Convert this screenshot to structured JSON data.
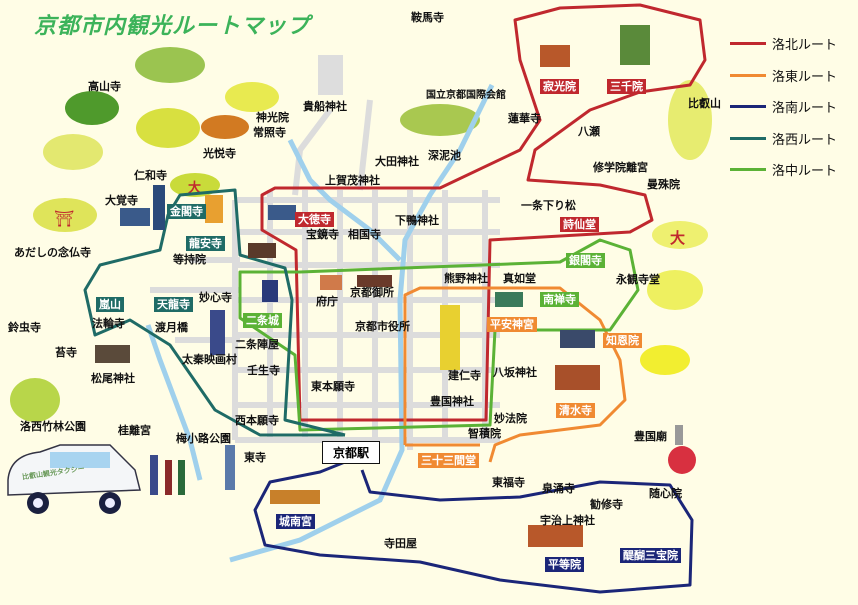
{
  "title": "京都市内観光ルートマップ",
  "legend": [
    {
      "label": "洛北ルート",
      "color": "#c0282e"
    },
    {
      "label": "洛東ルート",
      "color": "#f08a32"
    },
    {
      "label": "洛南ルート",
      "color": "#1b2678"
    },
    {
      "label": "洛西ルート",
      "color": "#1f6b66"
    },
    {
      "label": "洛中ルート",
      "color": "#5bb236"
    }
  ],
  "station": "京都駅",
  "taxi_logo": "比叡山観光タクシー",
  "places": [
    "鞍馬寺",
    "高山寺",
    "神光院",
    "常照寺",
    "貴船神社",
    "国立京都国際会館",
    "蓮華寺",
    "光悦寺",
    "大田神社",
    "深泥池",
    "上賀茂神社",
    "仁和寺",
    "大覚寺",
    "あだしの念仏寺",
    "八瀬",
    "比叡山",
    "修学院離宮",
    "曼殊院",
    "一条下り松",
    "宝鏡寺",
    "相国寺",
    "下鴨神社",
    "等持院",
    "永観寺堂",
    "熊野神社",
    "真如堂",
    "妙心寺",
    "府庁",
    "京都御所",
    "法輪寺",
    "渡月橋",
    "鈴虫寺",
    "苔寺",
    "二条陣屋",
    "京都市役所",
    "太秦映画村",
    "壬生寺",
    "松尾神社",
    "建仁寺",
    "八坂神社",
    "東本願寺",
    "豊国神社",
    "洛西竹林公園",
    "桂離宮",
    "西本願寺",
    "妙法院",
    "智積院",
    "豊国廟",
    "梅小路公園",
    "東寺",
    "東福寺",
    "泉涌寺",
    "随心院",
    "勧修寺",
    "宇治上神社",
    "寺田屋"
  ],
  "route_stops": {
    "rakuhoku": [
      "寂光院",
      "三千院",
      "詩仙堂",
      "大徳寺"
    ],
    "rakusai": [
      "金閣寺",
      "龍安寺",
      "嵐山",
      "天龍寺"
    ],
    "rakuchu": [
      "銀閣寺",
      "南禅寺",
      "二条城"
    ],
    "rakuto": [
      "平安神宮",
      "知恩院",
      "清水寺",
      "三十三間堂"
    ],
    "rakunan": [
      "城南宮",
      "平等院",
      "醍醐三宝院"
    ]
  }
}
